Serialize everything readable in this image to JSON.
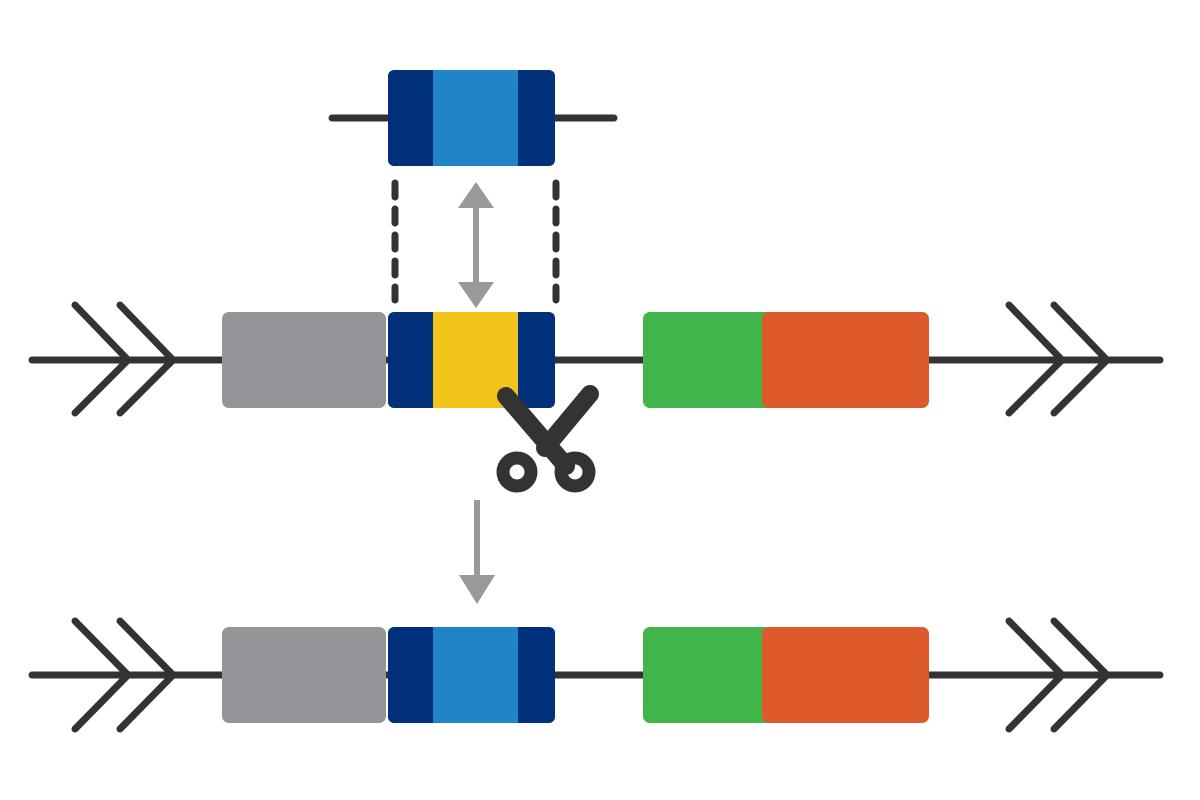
{
  "diagram": {
    "colors": {
      "background": "#ffffff",
      "backbone": "#333333",
      "gray_element": "#939598",
      "flank_dark_blue": "#00317A",
      "donor_insert_blue": "#1F85C6",
      "target_yellow": "#F2C318",
      "green_element": "#41B54A",
      "orange_element": "#DE5A2B",
      "arrow_gray": "#999999",
      "scissors": "#333333"
    },
    "rows": [
      {
        "id": "donor-construct",
        "segments": [
          "flank",
          "insert",
          "flank"
        ]
      },
      {
        "id": "target-locus",
        "segments": [
          "gray",
          "flank",
          "target",
          "flank",
          "green",
          "orange"
        ],
        "end_markers": [
          "double-chevron-left-end",
          "double-chevron-right-end"
        ]
      },
      {
        "id": "edited-locus",
        "segments": [
          "gray",
          "flank",
          "insert",
          "flank",
          "green",
          "orange"
        ],
        "end_markers": [
          "double-chevron-left-end",
          "double-chevron-right-end"
        ]
      }
    ],
    "icons": {
      "swap": "double-headed-arrow",
      "cut": "scissors",
      "result": "down-arrow"
    }
  }
}
